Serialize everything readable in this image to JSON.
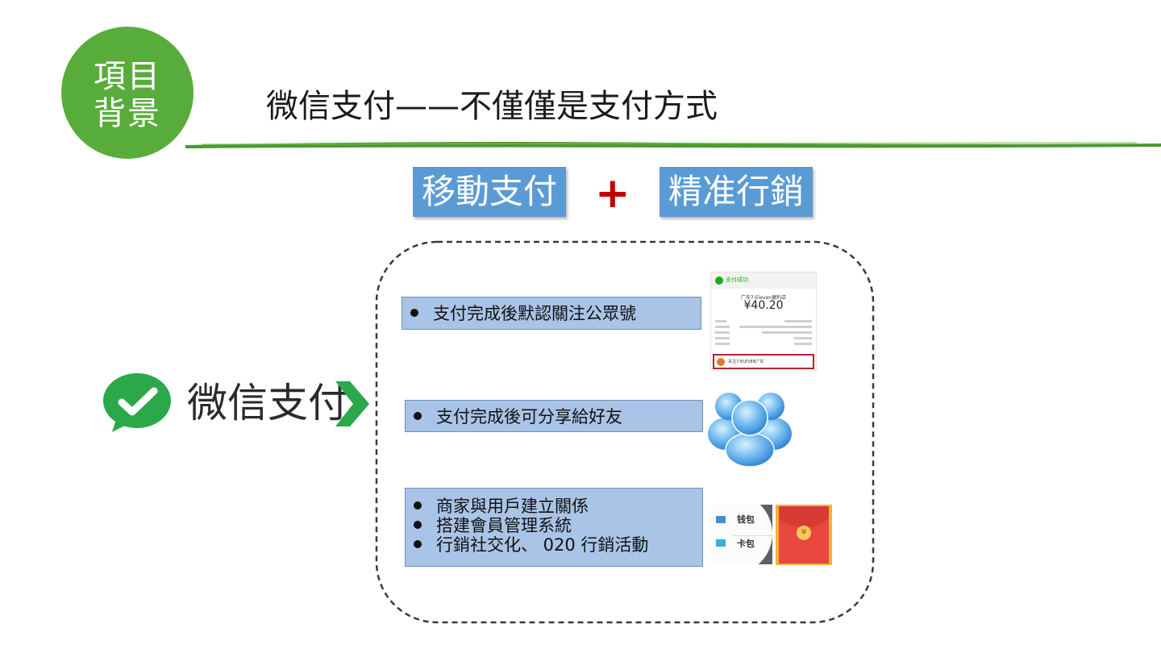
{
  "header": {
    "badge_line1": "項目",
    "badge_line2": "背景",
    "title": "微信支付——不僅僅是支付方式"
  },
  "top_boxes": {
    "left": "移動支付",
    "plus": "+",
    "right": "精准行銷"
  },
  "wechat_pay": {
    "label": "微信支付"
  },
  "features": [
    {
      "lines": [
        "支付完成後默認關注公眾號"
      ]
    },
    {
      "lines": [
        "支付完成後可分享給好友"
      ]
    },
    {
      "lines": [
        "商家與用戶建立關係",
        "搭建會員管理系統",
        "行銷社交化、 020 行銷活動"
      ]
    }
  ],
  "receipt": {
    "header": "支付成功",
    "store": "广东7-Eleven便利店",
    "amount": "¥40.20",
    "follow": "关注7-ELEVEN广东"
  },
  "wallet": {
    "item1": "钱包",
    "item2": "卡包"
  },
  "red_packet": {
    "symbol": "¥"
  },
  "colors": {
    "accent_green": "#58ad3a",
    "box_blue": "#5b9bd5",
    "feature_blue": "#a9c4e6",
    "plus_red": "#c00000",
    "chevron_green": "#2aa84a"
  }
}
